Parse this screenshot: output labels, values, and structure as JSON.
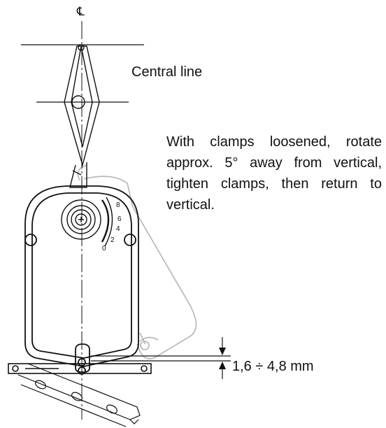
{
  "diagram": {
    "centerline_symbol": "℄",
    "central_line_label": "Central line",
    "instruction_text": "With clamps loosened, rotate approx. 5° away from vertical, tighten clamps, then return to vertical.",
    "dimension_label": "1,6 ÷ 4,8 mm",
    "scale_ticks": [
      "8",
      "6",
      "4",
      "2",
      "0"
    ]
  },
  "colors": {
    "line": "#111111",
    "ghost": "#b4b4b4",
    "background": "#ffffff"
  }
}
